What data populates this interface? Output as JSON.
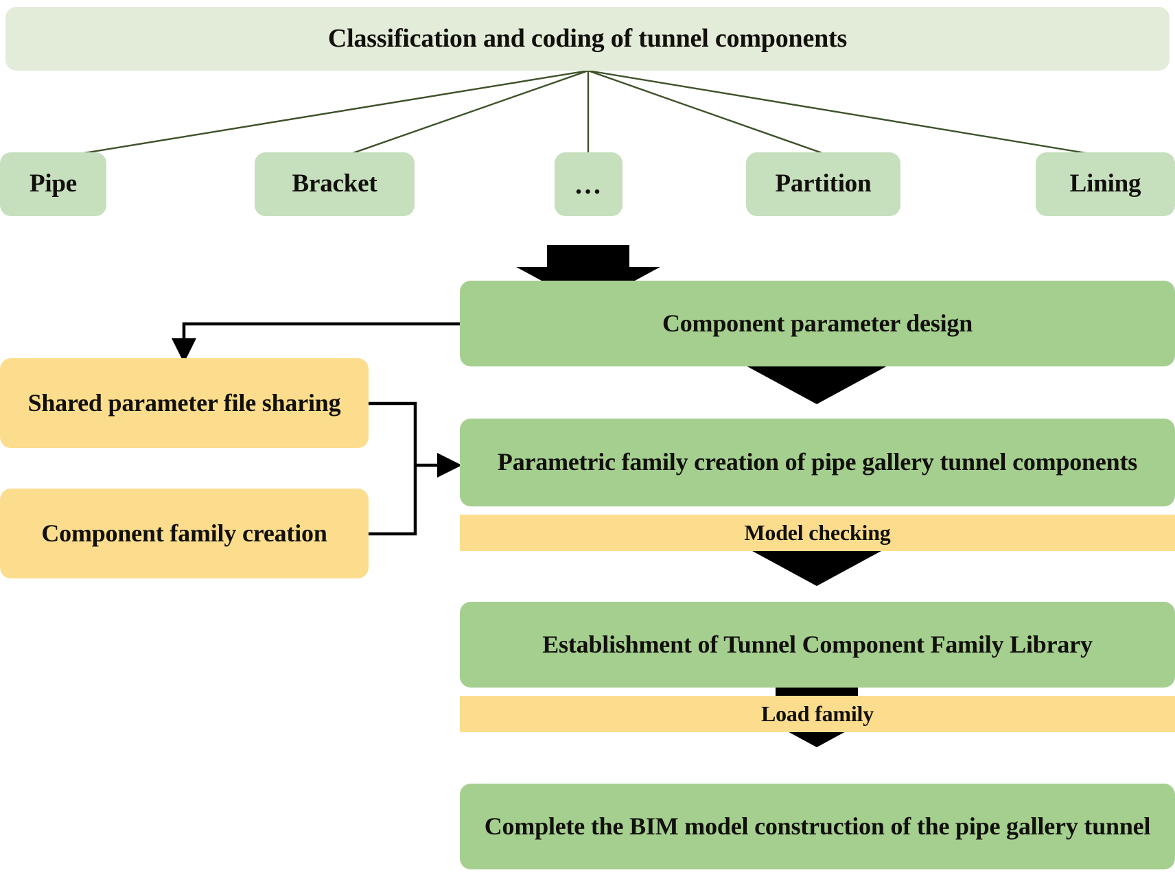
{
  "diagram": {
    "title_box": {
      "label": "Classification and coding of tunnel components",
      "fill": "#e3ecd8"
    },
    "categories": [
      {
        "label": "Pipe",
        "fill": "#c6dfbd"
      },
      {
        "label": "Bracket",
        "fill": "#c6dfbd"
      },
      {
        "label": "…",
        "fill": "#c6dfbd"
      },
      {
        "label": "Partition",
        "fill": "#c6dfbd"
      },
      {
        "label": "Lining",
        "fill": "#c6dfbd"
      }
    ],
    "process_nodes": [
      {
        "label": "Component parameter design",
        "fill": "#a5cf8f"
      },
      {
        "label": "Parametric family creation of pipe gallery tunnel components",
        "fill": "#a5cf8f"
      },
      {
        "label": "Establishment of Tunnel Component Family Library",
        "fill": "#a5cf8f"
      },
      {
        "label": "Complete the BIM model construction of the pipe gallery tunnel",
        "fill": "#a5cf8f"
      }
    ],
    "side_nodes": [
      {
        "label": "Shared parameter file sharing",
        "fill": "#fcdd8d"
      },
      {
        "label": "Component family creation",
        "fill": "#fcdd8d"
      }
    ],
    "strips": [
      {
        "label": "Model checking",
        "fill": "#fcdd8d"
      },
      {
        "label": "Load family",
        "fill": "#fcdd8d"
      }
    ],
    "colors": {
      "connector_tree": "#3d5229",
      "connector_flow": "#000000",
      "arrow_block": "#000000",
      "text": "#12100c",
      "background": "#ffffff"
    },
    "arrows": {
      "block_down_count": 4,
      "line_arrow_down_count": 1,
      "line_arrow_right_count": 1
    }
  }
}
